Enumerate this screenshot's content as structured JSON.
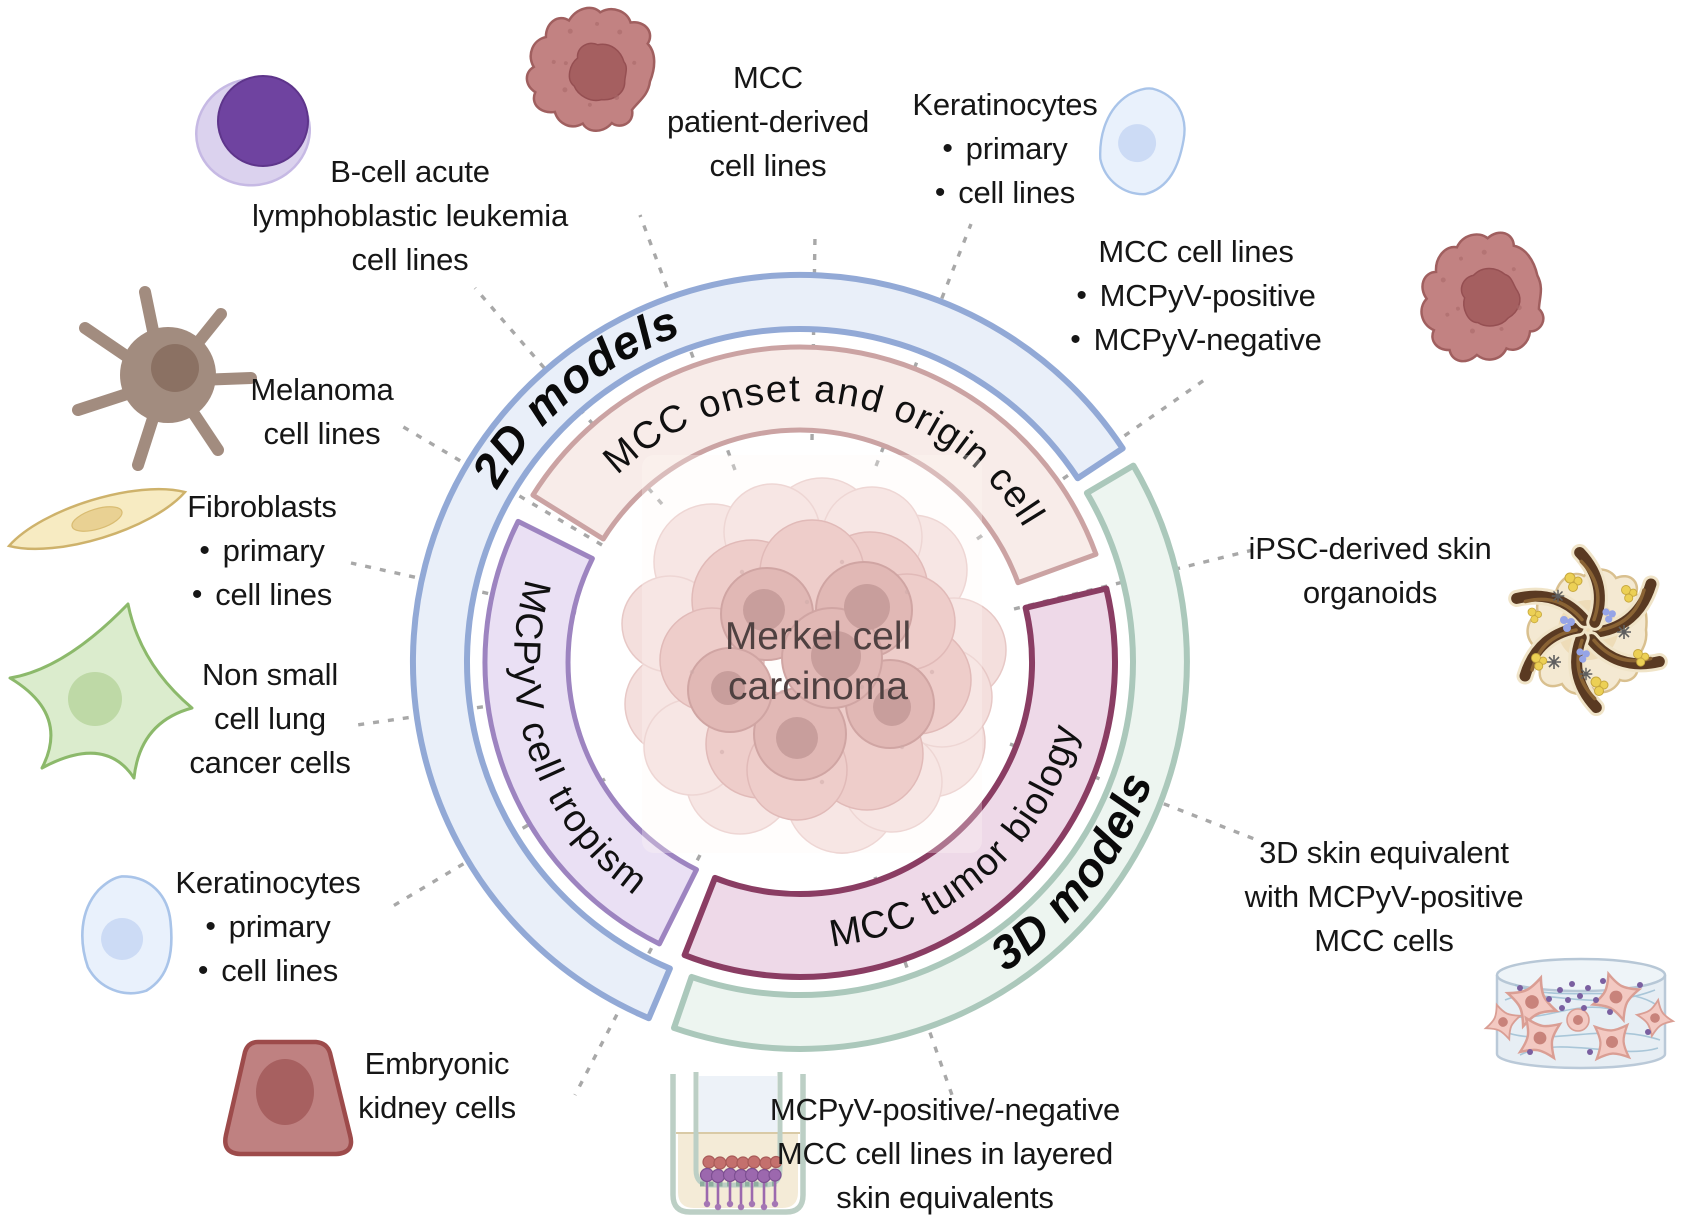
{
  "figure": {
    "title_context": "Merkel cell carcinoma model systems diagram",
    "center_label": {
      "line1": "Merkel cell",
      "line2": "carcinoma"
    },
    "rings": {
      "outer": [
        {
          "id": "2d-models",
          "label": "2D models",
          "fill": "#e9eff9",
          "border": "#92a9d6"
        },
        {
          "id": "3d-models",
          "label": "3D models",
          "fill": "#edf5f0",
          "border": "#abc8bb"
        }
      ],
      "inner": [
        {
          "id": "mcc-onset",
          "label": "MCC onset and origin cell",
          "fill": "#f8ece9",
          "border": "#cba3a3"
        },
        {
          "id": "mcpyv-tropism",
          "label": "MCPyV cell tropism",
          "fill": "#eae0f4",
          "border": "#9d84c0"
        },
        {
          "id": "mcc-tumor-biology",
          "label": "MCC tumor biology",
          "fill": "#eed9e8",
          "border": "#8a3d63"
        }
      ]
    },
    "labels": {
      "bcell_all": {
        "lines": [
          "B-cell acute",
          "lymphoblastic leukemia",
          "cell lines"
        ]
      },
      "mcc_patient": {
        "lines": [
          "MCC",
          "patient-derived",
          "cell lines"
        ]
      },
      "keratinocytes_top": {
        "title": "Keratinocytes",
        "bullets": [
          "primary",
          "cell lines"
        ]
      },
      "mcc_cell_lines": {
        "title": "MCC cell lines",
        "bullets": [
          "MCPyV-positive",
          "MCPyV-negative"
        ]
      },
      "ipsc_organoids": {
        "lines": [
          "iPSC-derived skin",
          "organoids"
        ]
      },
      "skin_equivalent_3d": {
        "lines": [
          "3D skin equivalent",
          "with MCPyV-positive",
          "MCC cells"
        ]
      },
      "layered_skin": {
        "lines": [
          "MCPyV-positive/-negative",
          "MCC cell lines in layered",
          "skin equivalents"
        ]
      },
      "embryonic_kidney": {
        "lines": [
          "Embryonic",
          "kidney cells"
        ]
      },
      "keratinocytes_left": {
        "title": "Keratinocytes",
        "bullets": [
          "primary",
          "cell lines"
        ]
      },
      "nsclc": {
        "lines": [
          "Non small",
          "cell lung",
          "cancer cells"
        ]
      },
      "fibroblasts": {
        "title": "Fibroblasts",
        "bullets": [
          "primary",
          "cell lines"
        ]
      },
      "melanoma": {
        "lines": [
          "Melanoma",
          "cell lines"
        ]
      }
    },
    "ui": {
      "bullet": "•"
    },
    "palette": {
      "dashed_line": "#a8a8a8",
      "label_text": "#161616",
      "center_text": "#4f4141",
      "tumor_light": "#f3dcda",
      "tumor_mid": "#e7bab8",
      "tumor_dark": "#d49c9a",
      "tumor_nucleus": "#b17876",
      "bcell_nucleus": "#6f43a0",
      "bcell_halo": "#dbd2ee",
      "mcc_cell_body": "#c28282",
      "mcc_cell_nucleus": "#a55f60",
      "keratinocyte_body": "#e9f1fc",
      "keratinocyte_nucleus": "#ccdbf5",
      "fibroblast_body": "#f7ebc2",
      "nsclc_body": "#dbeccd",
      "melanoma_body": "#a28c7f",
      "kidney_cell_body": "#bf8181",
      "organoid_body": "#f4e9d2",
      "organoid_arm": "#5a3a22",
      "dish_body": "#e6eef4",
      "dish_cell": "#f3c9c2",
      "transwell_glass": "#bccfc5",
      "transwell_media": "#f4ebd7"
    }
  }
}
